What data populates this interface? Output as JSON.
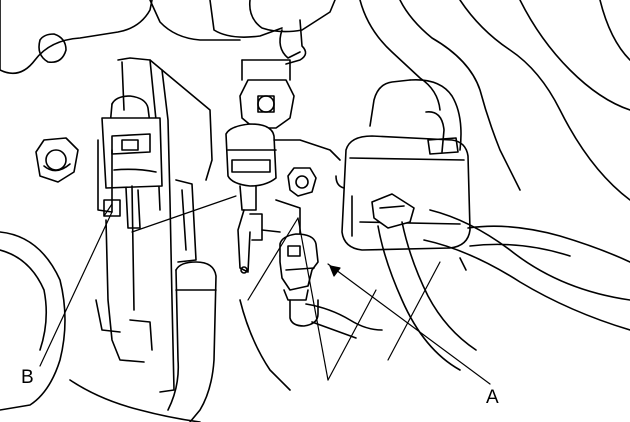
{
  "diagram": {
    "callouts": [
      {
        "id": "A",
        "text": "A"
      },
      {
        "id": "B",
        "text": "B"
      }
    ],
    "stroke_color": "#000000",
    "fill_color": "#ffffff",
    "background": "#ffffff"
  }
}
